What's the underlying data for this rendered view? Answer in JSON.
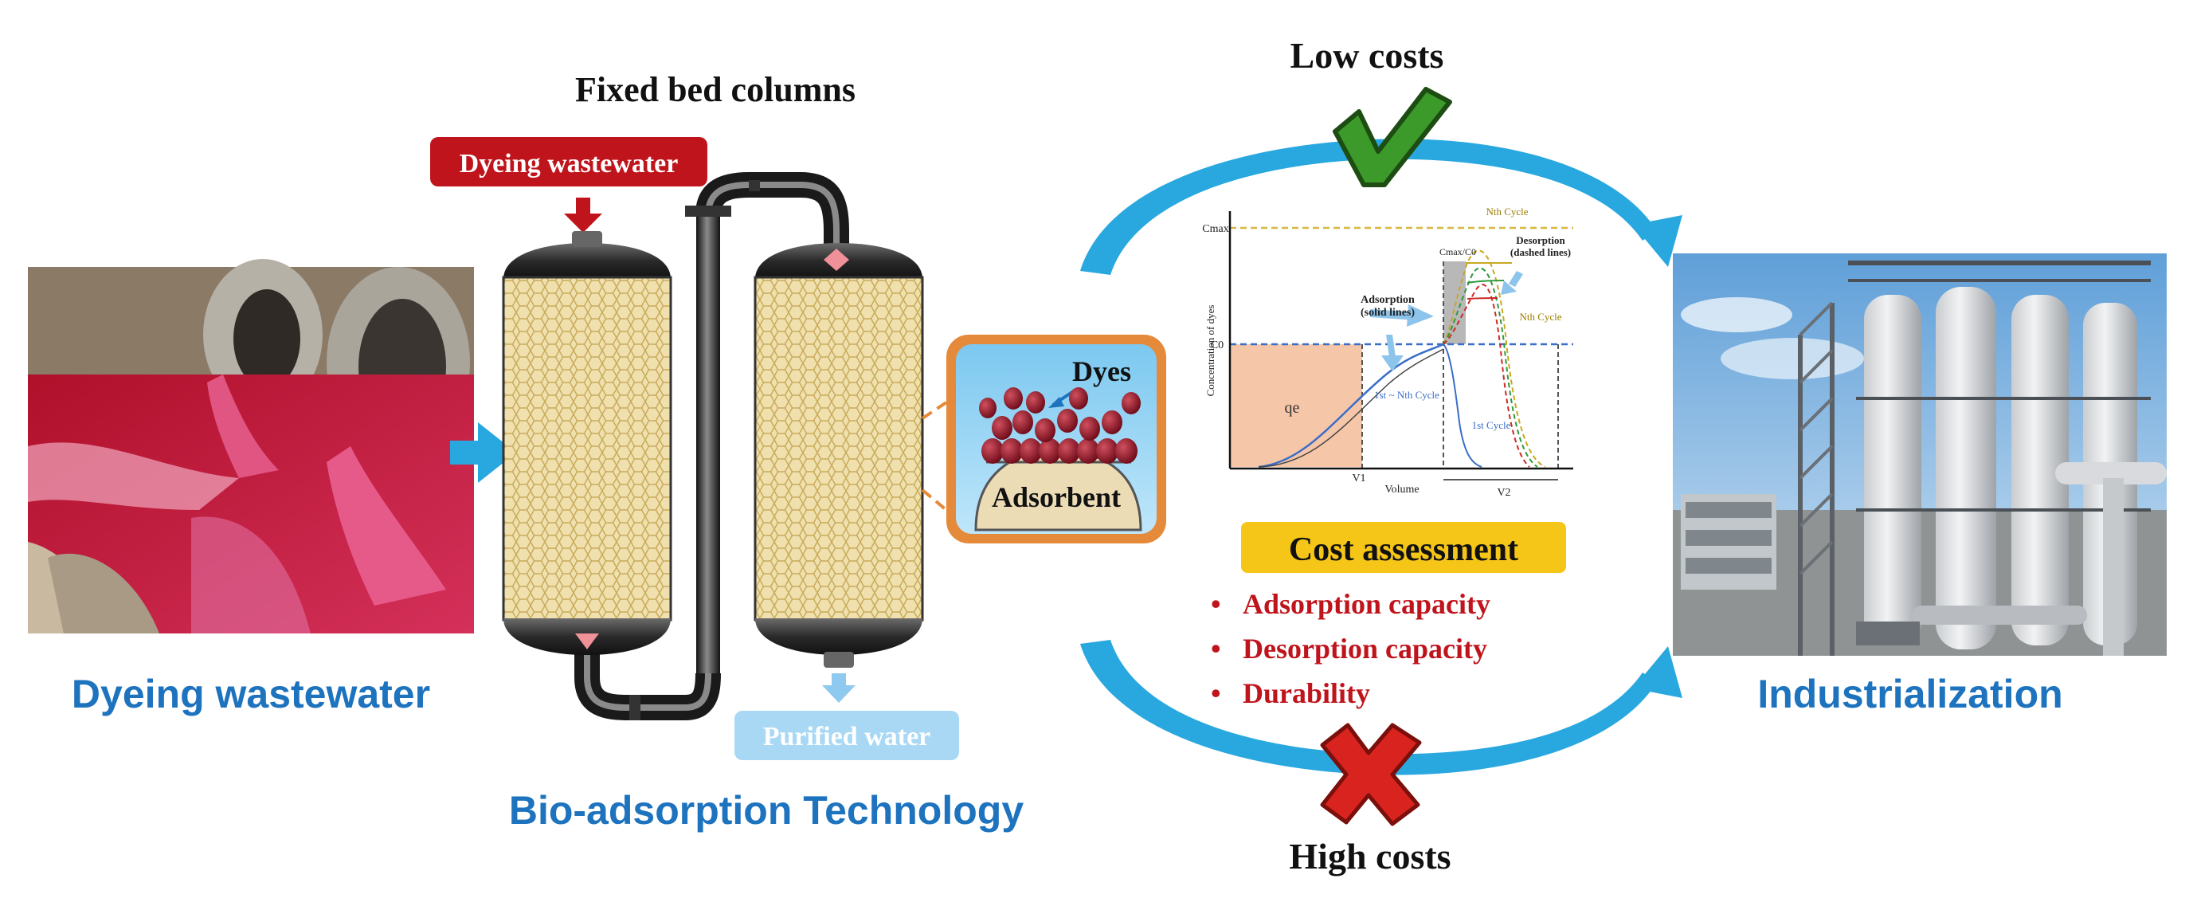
{
  "labels": {
    "dyeing_wastewater_caption": "Dyeing wastewater",
    "fixed_bed_columns": "Fixed bed columns",
    "dyeing_wastewater_tag": "Dyeing wastewater",
    "purified_water_tag": "Purified water",
    "bio_adsorption": "Bio-adsorption Technology",
    "industrialization": "Industrialization",
    "low_costs": "Low costs",
    "high_costs": "High costs"
  },
  "adsorbent_inset": {
    "dyes": "Dyes",
    "adsorbent": "Adsorbent"
  },
  "cost_assessment": {
    "title": "Cost assessment",
    "bullet_glyph": "•",
    "items": [
      "Adsorption capacity",
      "Desorption capacity",
      "Durability"
    ]
  },
  "inset_chart": {
    "y_label": "Concentration of dyes",
    "x_label": "Volume",
    "c_max": "Cmax",
    "c0": "C0",
    "c_max_c0": "Cmax/C0",
    "qe": "qe",
    "v1": "V1",
    "v2": "V2",
    "adsorption_note_1": "Adsorption",
    "adsorption_note_2": "(solid lines)",
    "desorption_note_1": "Desorption",
    "desorption_note_2": "(dashed lines)",
    "cycle_range": "1st ~ Nth Cycle",
    "nth_cycle_top": "Nth Cycle",
    "nth_cycle_right": "Nth Cycle",
    "first_cycle": "1st Cycle"
  },
  "colors": {
    "accent_blue": "#1e73be",
    "arrow_blue": "#29a8e0",
    "dark_red": "#c0141c",
    "cost_box": "#f5c518",
    "bead_red": "#8a1020",
    "packing": "#e8d7a0",
    "check_green": "#3c9a2a",
    "cross_red": "#d9231e"
  }
}
